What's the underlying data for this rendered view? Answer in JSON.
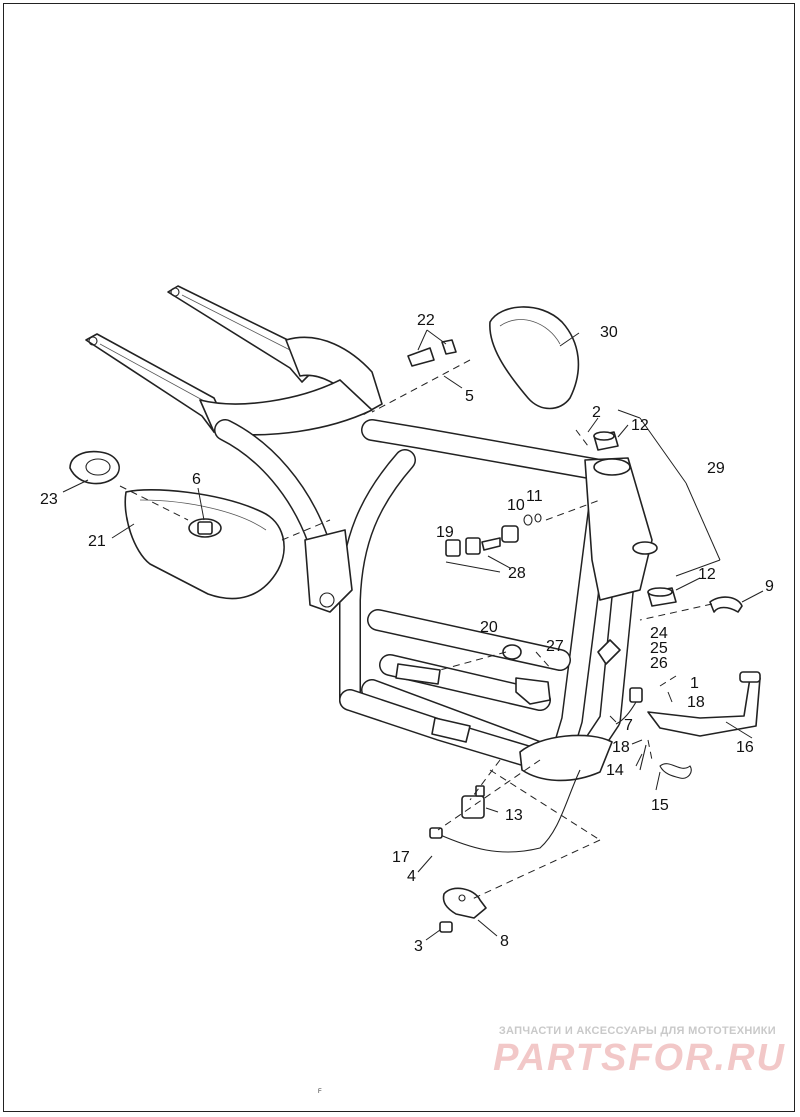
{
  "callouts": [
    {
      "n": "1"
    },
    {
      "n": "2"
    },
    {
      "n": "3"
    },
    {
      "n": "4"
    },
    {
      "n": "5"
    },
    {
      "n": "6"
    },
    {
      "n": "7"
    },
    {
      "n": "8"
    },
    {
      "n": "9"
    },
    {
      "n": "10"
    },
    {
      "n": "11"
    },
    {
      "n": "12"
    },
    {
      "n": "12"
    },
    {
      "n": "13"
    },
    {
      "n": "14"
    },
    {
      "n": "15"
    },
    {
      "n": "16"
    },
    {
      "n": "17"
    },
    {
      "n": "18"
    },
    {
      "n": "18"
    },
    {
      "n": "19"
    },
    {
      "n": "20"
    },
    {
      "n": "21"
    },
    {
      "n": "22"
    },
    {
      "n": "23"
    },
    {
      "n": "24"
    },
    {
      "n": "25"
    },
    {
      "n": "26"
    },
    {
      "n": "27"
    },
    {
      "n": "28"
    },
    {
      "n": "29"
    },
    {
      "n": "30"
    }
  ],
  "watermark": {
    "tagline": "ЗАПЧАСТИ И АКСЕССУАРЫ ДЛЯ МОТОТЕХНИКИ",
    "brand": "PARTSFOR.RU"
  },
  "footer_mark": "F"
}
